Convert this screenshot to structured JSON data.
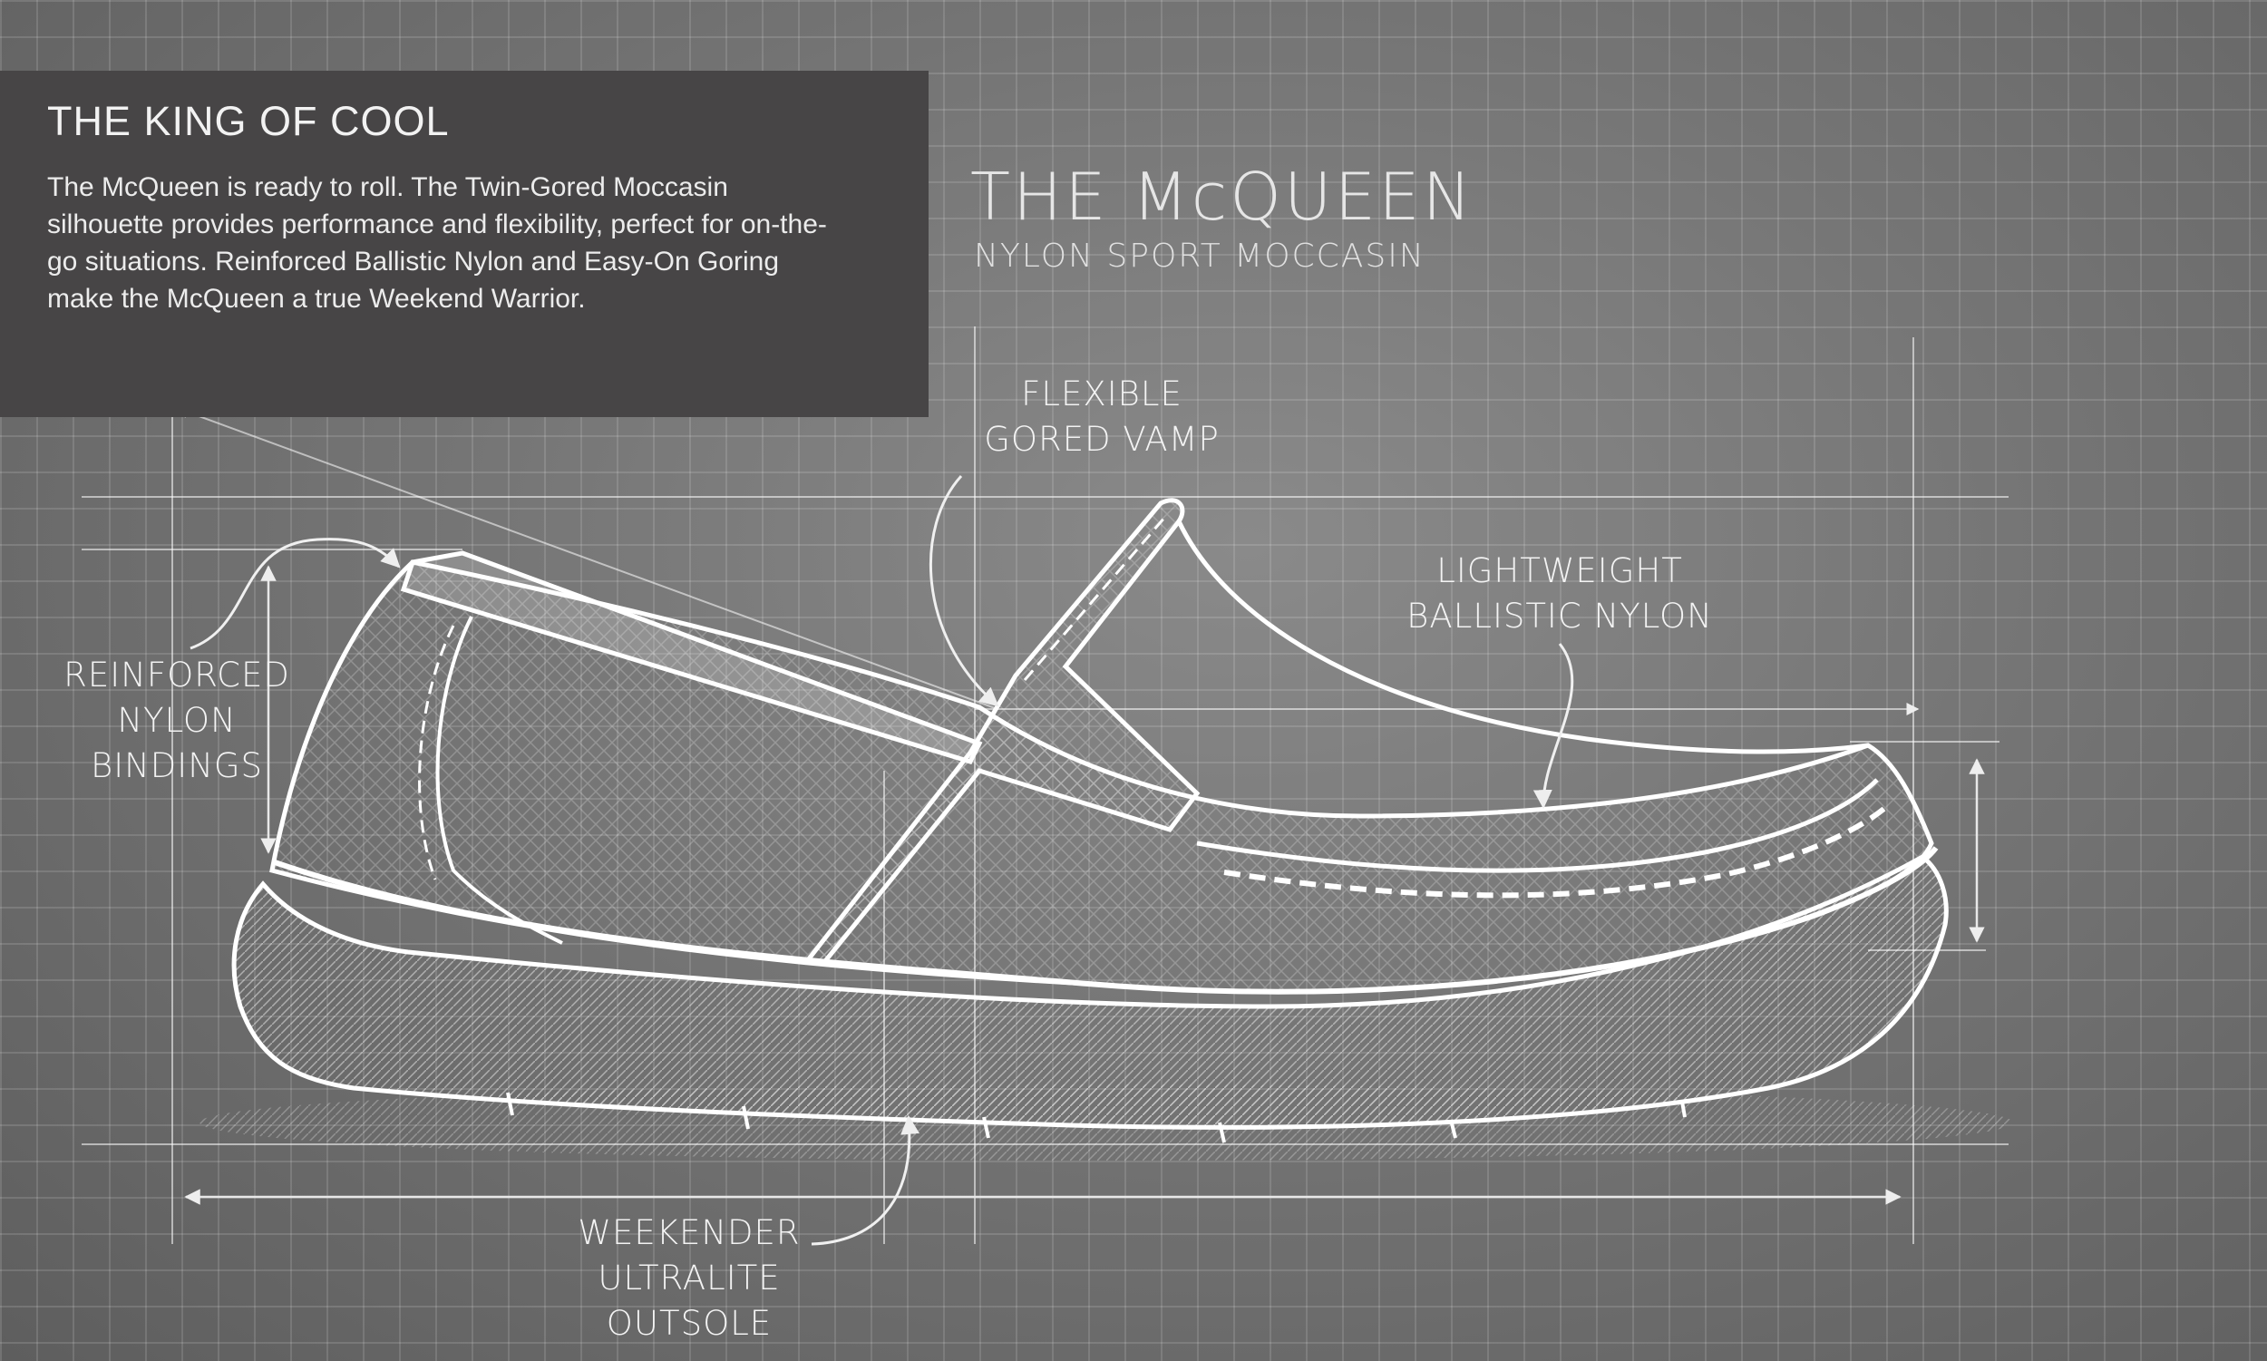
{
  "info": {
    "title": "THE KING OF COOL",
    "body": "The McQueen is ready to roll.  The Twin-Gored Moccasin silhouette provides performance and flexibility, perfect for on-the-go situations. Reinforced Ballistic Nylon and Easy-On Goring make the McQueen a true Weekend Warrior."
  },
  "brand": {
    "name": "THE McQUEEN",
    "subtitle": "NYLON SPORT MOCCASIN"
  },
  "callouts": {
    "vamp": [
      "FLEXIBLE",
      "GORED VAMP"
    ],
    "nylon": [
      "LIGHTWEIGHT",
      "BALLISTIC NYLON"
    ],
    "bindings": [
      "REINFORCED",
      "NYLON BINDINGS"
    ],
    "outsole": [
      "WEEKENDER",
      "ULTRALITE OUTSOLE"
    ]
  },
  "colors": {
    "background": "#777777",
    "panel": "#474546",
    "linework": "#ffffff"
  }
}
